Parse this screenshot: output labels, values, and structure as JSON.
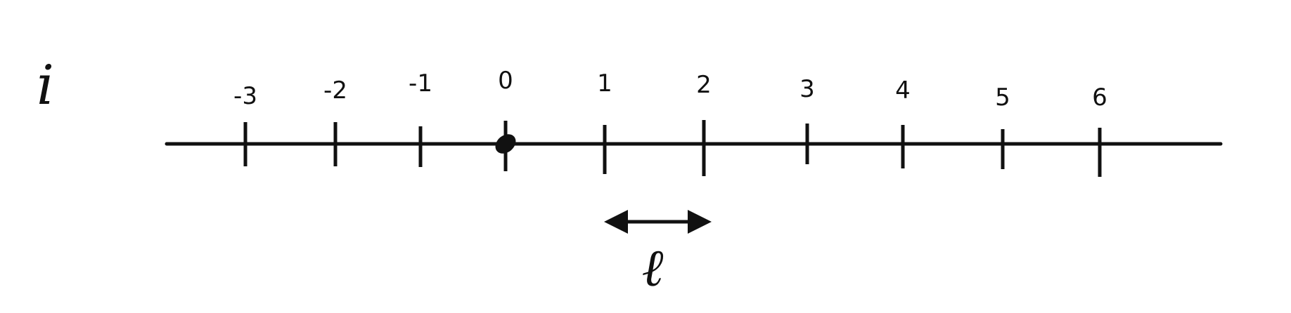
{
  "diagram": {
    "index_label": "i",
    "spacing_label": "ℓ",
    "ticks": [
      "-3",
      "-2",
      "-1",
      "0",
      "1",
      "2",
      "3",
      "4",
      "5",
      "6"
    ],
    "marked_point": "0",
    "spacing_from": "1",
    "spacing_to": "2",
    "colors": {
      "ink": "#111111",
      "background": "#ffffff"
    }
  }
}
